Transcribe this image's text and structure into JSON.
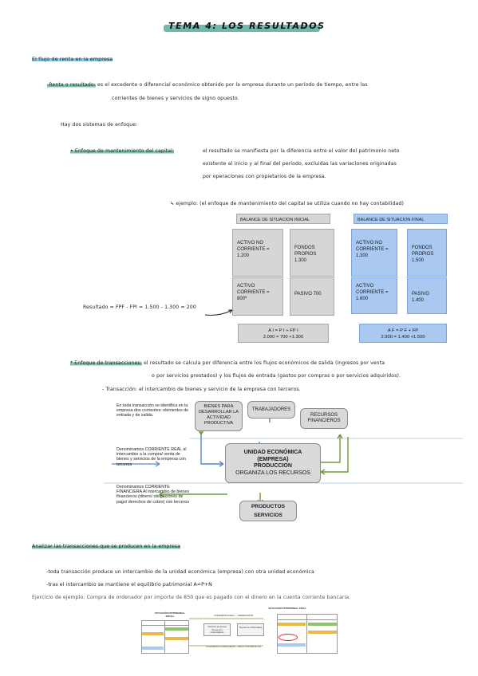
{
  "title": "TEMA 4: LOS RESULTADOS",
  "section1": {
    "heading": "El flujo de renta en la empresa",
    "def_label": "-Renta o resultado:",
    "def_line1": "es el excedente o diferencial económico obtenido por la empresa durante un período de tiempo, entre las",
    "def_line2": "corrientes de bienes y servicios de signo opuesto.",
    "two_systems": "Hay dos sistemas de enfoque:",
    "cap_label": "• Enfoque de mantenimiento del capital:",
    "cap_line1": "el resultado se manifiesta por la diferencia entre el valor del patrimonio neto",
    "cap_line2": "existente al inicio y al final del período, excluidas las variaciones originadas",
    "cap_line3": "por operaciones con propietarios de la empresa.",
    "example": "↳ ejemplo: (el enfoque de mantenimiento del capital se utiliza cuando no hay contabilidad)"
  },
  "balance_initial": {
    "header": "BALANCE DE SITUACION INICIAL",
    "anc": "ACTIVO NO CORRIENTE = 1.200",
    "fp": "FONDOS PROPIOS 1.300",
    "ac": "ACTIVO CORRIENTE = 800º",
    "pasivo": "PASIVO 700",
    "formula1": "A I = P I + FP I",
    "formula2": "2.000 = 700 +1.300"
  },
  "balance_final": {
    "header": "BALANCE DE SITUACION FINAL",
    "anc": "ACTIVO NO CORRIENTE = 1.300",
    "fp": "FONDOS PROPIOS 1.500",
    "ac": "ACTIVO CORRIENTE = 1.600",
    "pasivo": "PASIVO 1.400",
    "formula1": "A F = P F + FP",
    "formula2": "2.900 = 1.400 +1.500"
  },
  "resultado": "Resultado = FPF - FPI = 1.500 - 1.300 = 200",
  "section_trans": {
    "label": "* Enfoque de transacciones:",
    "line1": "el resultado se calcula por diferencia entre los flujos económicos de salida (ingresos por venta",
    "line2": "o por servicios prestados) y los flujos de entrada (gastos por compras o por servicios adquiridos).",
    "line3": "- Transacción: el intercambio de bienes y servicio de la empresa con terceros."
  },
  "diagram": {
    "note1": "En toda transacción se identifica en la empresa dos corrientes: elementos de entrada y de salida.",
    "note2": "Denominamos CORRIENTE REAL al intercambio a la compra/ venta de bienes y servicios de la empresa con terceros",
    "note3": "Denominamos CORRIENTE FINANCIERA Al intercambio de bienes financieros (dinero/ obligaciones de pago/ derechos de cobro) con terceros",
    "bienes": "BIENES PARA DESARROLLAR LA ACTIVIDAD PRODUCTIVA",
    "trabajadores": "TRABAJADORES",
    "recursos": "RECURSOS FINANCIEROS",
    "unidad1": "UNIDAD ECONÓMICA",
    "unidad2": "(EMPRESA)",
    "unidad3": "PRODUCCION",
    "unidad4": "ORGANIZA LOS RECURSOS",
    "productos": "PRODUCTOS",
    "servicios": "SERVICIOS"
  },
  "section2": {
    "heading": "Analizar las transacciones que se producen en la empresa",
    "line1": "-toda transacción produce un intercambio de la unidad económica (empresa) con otra unidad económica",
    "line2": "-tras el intercambio se mantiene el equilibrio patrimonial A=P+N",
    "exercise": "Ejercicio de ejemplo: Compra de ordenador por importe de 850 que es pagado con el dinero en la cuenta corriente bancaria."
  },
  "mini": {
    "left_title": "SITUACIÓN PATRIMONIAL INICIAL",
    "right_title": "SITUACIÓN PATRIMONIAL FINAL",
    "center_top": "CORRIENTE REAL – ORDENADOR",
    "center_bottom": "CORRIENTE FINANCIERA – PAGO POR BANCOS",
    "node_left": "Nuestra empresa Suma con ordenadores",
    "node_right": "Tienda de informática"
  },
  "colors": {
    "teal": "#3fa08e",
    "blue_hl": "#8fc7e8",
    "gray_box": "#d6d6d6",
    "blue_box": "#a9c9f0",
    "arrow_green": "#6f9a3c",
    "arrow_blue": "#4f88d6"
  }
}
